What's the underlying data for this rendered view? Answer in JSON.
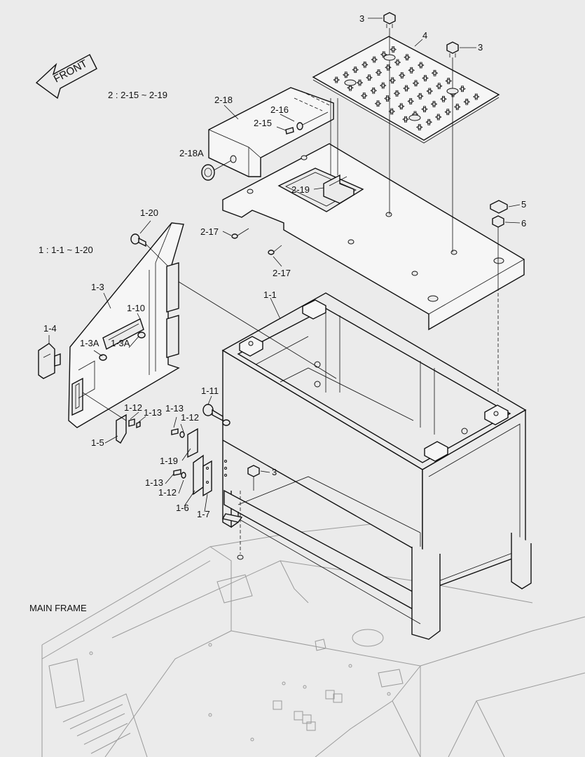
{
  "front_arrow_label": "FRONT",
  "notes": {
    "group2": "2 : 2-15 ~ 2-19",
    "group1": "1 : 1-1 ~ 1-20",
    "main_frame": "MAIN FRAME"
  },
  "callouts": {
    "c3_top": "3",
    "c4": "4",
    "c3_right": "3",
    "c2_18": "2-18",
    "c2_16": "2-16",
    "c2_15": "2-15",
    "c2_18A": "2-18A",
    "c2_19": "2-19",
    "c5": "5",
    "c6": "6",
    "c1_20": "1-20",
    "c2_17_left": "2-17",
    "c2_17_right": "2-17",
    "c1_3": "1-3",
    "c1_10": "1-10",
    "c1_1": "1-1",
    "c1_4": "1-4",
    "c1_3A_left": "1-3A",
    "c1_3A_right": "1-3A",
    "c1_11": "1-11",
    "c1_12_a": "1-12",
    "c1_13_a": "1-13",
    "c1_13_b": "1-13",
    "c1_12_b": "1-12",
    "c1_5": "1-5",
    "c1_19": "1-19",
    "c3_bottom": "3",
    "c1_13_c": "1-13",
    "c1_12_c": "1-12",
    "c1_6": "1-6",
    "c1_7": "1-7"
  }
}
